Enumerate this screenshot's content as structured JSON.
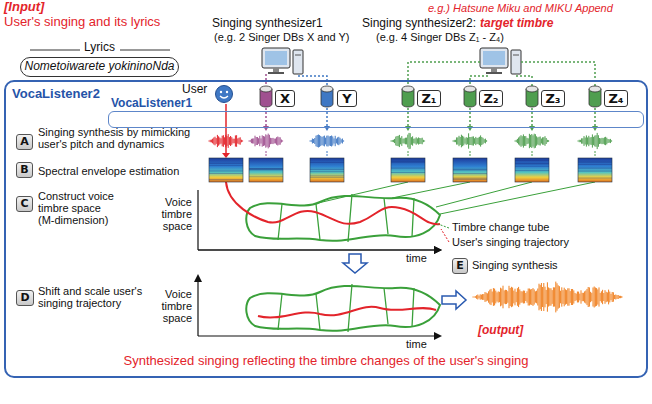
{
  "diagram": {
    "nodes": [
      {
        "text": [
          "Lyrics",
          "Nometoiwarete yokininoNda"
        ]
      },
      {
        "text": [
          "VocaListener2"
        ]
      },
      {
        "text": [
          "VocaListener1"
        ],
        "in": 1
      },
      {
        "text": [
          "X"
        ],
        "in": 1
      },
      {
        "text": [
          "Y"
        ],
        "in": 1
      },
      {
        "text": [
          "Z₁"
        ],
        "in": 1
      },
      {
        "text": [
          "Z₂"
        ],
        "in": 1
      },
      {
        "text": [
          "Z₃"
        ],
        "in": 1
      },
      {
        "text": [
          "Z₄"
        ],
        "in": 1
      },
      {
        "text": [
          "A"
        ],
        "in": 1
      },
      {
        "text": [
          "B"
        ],
        "in": 1
      },
      {
        "text": [
          "C"
        ],
        "in": 1
      },
      {
        "text": [
          "D"
        ],
        "in": 1
      },
      {
        "text": [
          "E"
        ],
        "in": 1
      }
    ],
    "labels": [
      "[Input]",
      "User's singing and its lyrics",
      "Singing synthesizer1",
      "(e.g. 2 Singer DBs X and Y)",
      "e.g.) Hatsune Miku and MIKU Append",
      "Singing synthesizer2:",
      "target timbre",
      "(e.g. 4 Singer DBs Z₁ - Z₄)",
      "User",
      "Singing synthesis by mimicking user's pitch and dynamics",
      "Spectral envelope estimation",
      "Construct voice timbre space (M-dimension)",
      "Voice timbre space",
      "time",
      "Timbre change tube",
      "User's singing trajectory",
      "Shift and scale user's singing trajectory",
      "Voice timbre space",
      "time",
      "Singing synthesis",
      "[output]",
      "Synthesized singing reflecting the timbre changes of the user's singing"
    ]
  }
}
